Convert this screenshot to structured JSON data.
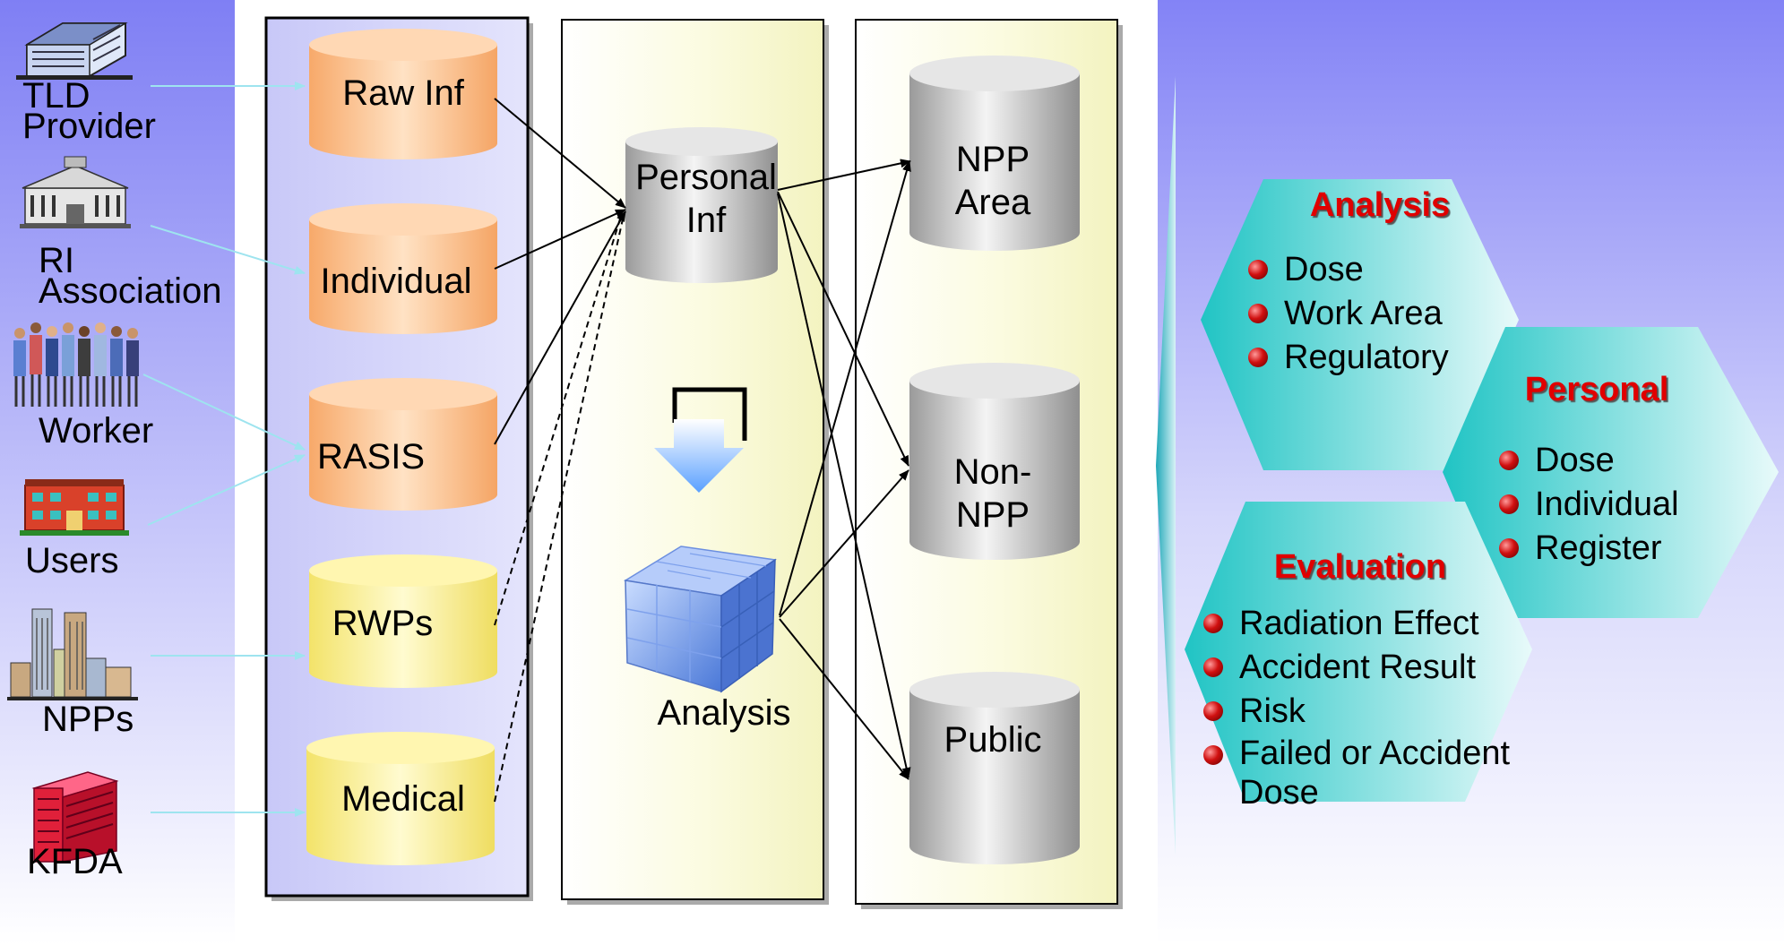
{
  "sources": [
    {
      "label": "TLD\nProvider",
      "icon": "office-building-icon"
    },
    {
      "label": "RI\nAssociation",
      "icon": "classical-building-icon"
    },
    {
      "label": "Worker",
      "icon": "workers-group-icon"
    },
    {
      "label": "Users",
      "icon": "school-building-icon"
    },
    {
      "label": "NPPs",
      "icon": "city-skyline-icon"
    },
    {
      "label": "KFDA",
      "icon": "red-tower-icon"
    }
  ],
  "inputs": [
    "Raw Inf",
    "Individual",
    "RASIS",
    "RWPs",
    "Medical"
  ],
  "center": {
    "personal": "Personal\nInf",
    "analysis": "Analysis"
  },
  "outputs": [
    "NPP\nArea",
    "Non-\nNPP",
    "Public"
  ],
  "panels": {
    "analysis": {
      "title": "Analysis",
      "items": [
        "Dose",
        "Work Area",
        "Regulatory"
      ]
    },
    "personal": {
      "title": "Personal",
      "items": [
        "Dose",
        "Individual",
        "Register"
      ]
    },
    "evaluation": {
      "title": "Evaluation",
      "items": [
        "Radiation Effect",
        "Accident Result",
        "Risk",
        "Failed or Accident\nDose"
      ]
    }
  },
  "colors": {
    "left_bg": "#8a8af4",
    "right_bg": "#8585f6",
    "input_orange": "#ffd3a8",
    "input_yellow": "#fff5a0",
    "hex_teal": "#3ccccc"
  }
}
